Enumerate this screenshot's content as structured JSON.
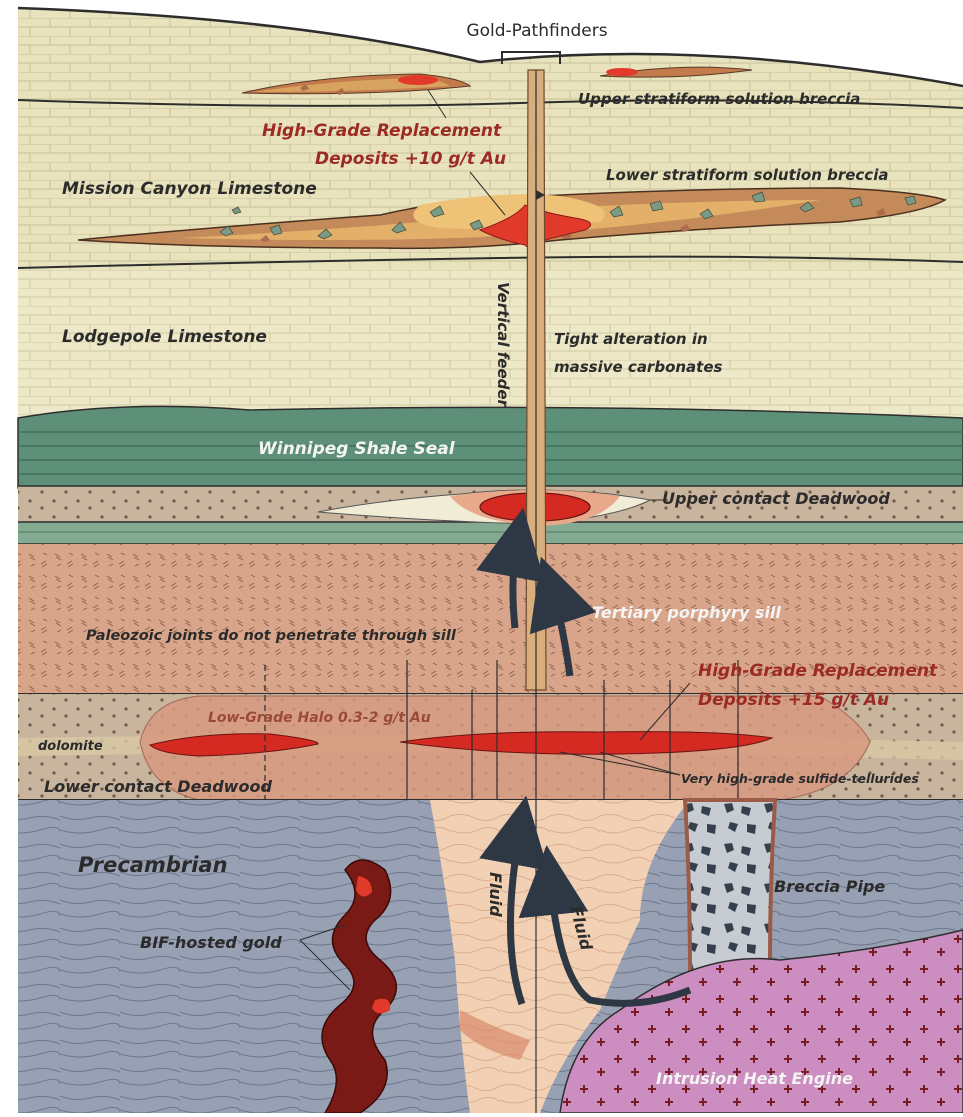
{
  "colors": {
    "limestone": "#e8e3bd",
    "limestone_lines": "#c9c29a",
    "shale": "#5e9079",
    "shale_band": "#84ab92",
    "sandstone": "#c9b49e",
    "porphyry": "#d9a58a",
    "precambrian": "#98a1b4",
    "breccia_pipe": "#c6ccd1",
    "intrusion": "#cc8ec0",
    "ore_red": "#e23a2a",
    "ore_dark": "#7a1a16",
    "feeder": "#d8ae7c",
    "fluid_zone": "#f2d0b4",
    "text_dark": "#2b2b2b",
    "text_red": "#9b2b24",
    "text_white": "#f4f4f4"
  },
  "labels": {
    "gold_pathfinders": "Gold-Pathfinders",
    "upper_stratiform": "Upper stratiform solution breccia",
    "high_grade_top_1": "High-Grade Replacement",
    "high_grade_top_2": "Deposits +10 g/t Au",
    "lower_stratiform": "Lower stratiform solution breccia",
    "mission_canyon": "Mission Canyon Limestone",
    "vertical_feeder": "Vertical feeder",
    "lodgepole": "Lodgepole Limestone",
    "tight_alteration_1": "Tight alteration in",
    "tight_alteration_2": "massive carbonates",
    "winnipeg": "Winnipeg Shale Seal",
    "upper_contact": "Upper contact Deadwood",
    "tertiary_sill": "Tertiary porphyry sill",
    "paleozoic_joints": "Paleozoic joints do not penetrate through sill",
    "high_grade_mid_1": "High-Grade Replacement",
    "high_grade_mid_2": "Deposits +15 g/t Au",
    "low_grade_halo": "Low-Grade Halo  0.3-2 g/t Au",
    "dolomite": "dolomite",
    "very_high_grade": "Very high-grade sulfide-tellurides",
    "lower_contact": "Lower contact Deadwood",
    "precambrian": "Precambrian",
    "breccia_pipe": "Breccia Pipe",
    "bif_gold": "BIF-hosted gold",
    "fluid_1": "Fluid",
    "fluid_2": "Fluid",
    "intrusion": "Intrusion Heat Engine"
  }
}
